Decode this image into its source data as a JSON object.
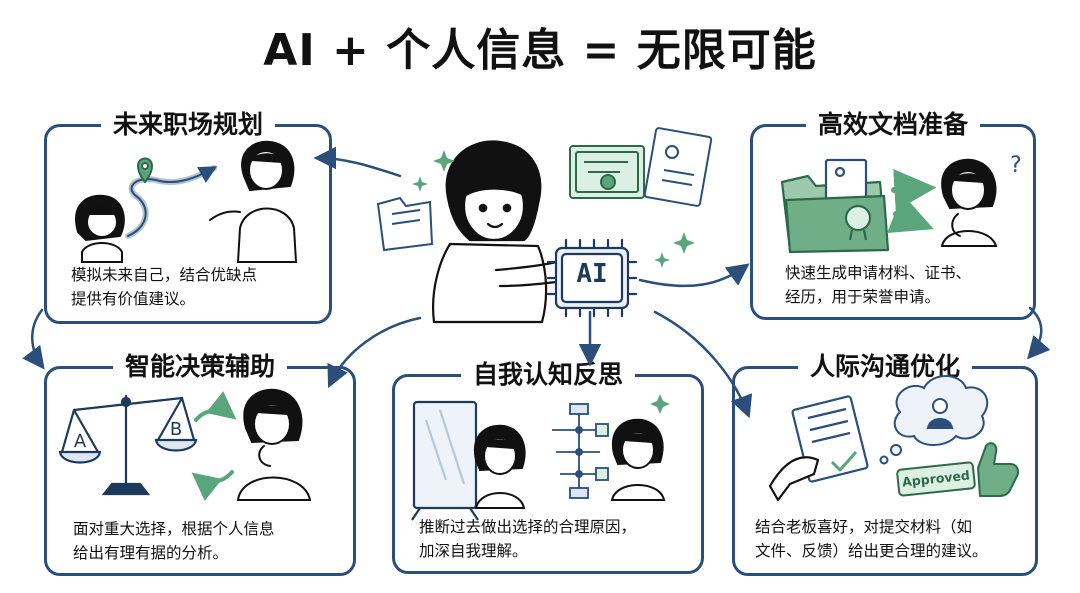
{
  "title": "AI + 个人信息 = 无限可能",
  "center": {
    "chip_text": "AI"
  },
  "panels": [
    {
      "id": "career",
      "title": "未来职场规划",
      "desc": "模拟未来自己，结合优缺点\n提供有价值建议。"
    },
    {
      "id": "docs",
      "title": "高效文档准备",
      "desc": "快速生成申请材料、证书、\n经历，用于荣誉申请。"
    },
    {
      "id": "decision",
      "title": "智能决策辅助",
      "desc": "面对重大选择，根据个人信息\n给出有理有据的分析。"
    },
    {
      "id": "reflect",
      "title": "自我认知反思",
      "desc": "推断过去做出选择的合理原因，\n加深自我理解。"
    },
    {
      "id": "comm",
      "title": "人际沟通优化",
      "desc": "结合老板喜好，对提交材料（如\n文件、反馈）给出更合理的建议。"
    }
  ],
  "scale": {
    "left": "A",
    "right": "B"
  },
  "stamp": {
    "text": "Approved"
  },
  "colors": {
    "border": "#2b4f7a",
    "accent_green": "#5aa57c",
    "light_green": "#dcefe3",
    "ink": "#111111"
  }
}
